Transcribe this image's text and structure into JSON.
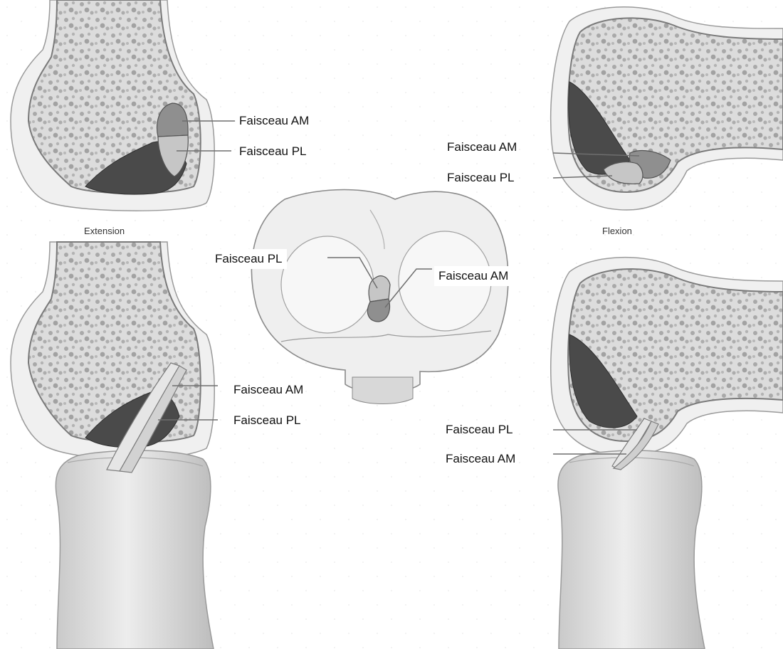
{
  "captions": {
    "extension": "Extension",
    "flexion": "Flexion"
  },
  "labels": {
    "top_left_am": "Faisceau AM",
    "top_left_pl": "Faisceau PL",
    "top_right_am": "Faisceau AM",
    "top_right_pl": "Faisceau PL",
    "center_pl": "Faisceau PL",
    "center_am": "Faisceau AM",
    "bottom_left_am": "Faisceau AM",
    "bottom_left_pl": "Faisceau PL",
    "bottom_right_pl": "Faisceau PL",
    "bottom_right_am": "Faisceau AM"
  },
  "colors": {
    "bone_fill": "#d9d9d9",
    "bone_outline": "#8c8c8c",
    "cortex": "#7a7a7a",
    "cartilage": "#f2f2f2",
    "notch_shadow": "#4a4a4a",
    "am_bundle": "#8f8f8f",
    "pl_bundle": "#c6c6c6",
    "leader_line": "#6e6e6e"
  }
}
